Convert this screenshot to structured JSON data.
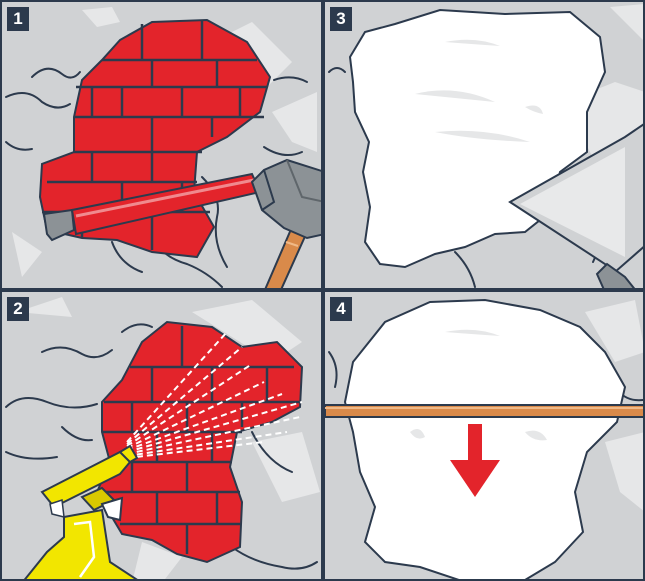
{
  "panels": [
    {
      "step": "1",
      "action": "hammer-chisel"
    },
    {
      "step": "2",
      "action": "spray-water"
    },
    {
      "step": "3",
      "action": "scraper"
    },
    {
      "step": "4",
      "action": "level-board"
    }
  ],
  "colors": {
    "frame": "#2c3a4d",
    "wall": "#d0d2d4",
    "wall_light": "#e6e7e8",
    "brick": "#e3242b",
    "mortar": "#b8babc",
    "plaster": "#ffffff",
    "wood": "#d98a4a",
    "steel": "#8c9296",
    "spray_bottle": "#f2e600",
    "arrow": "#e3242b",
    "crack": "#2c3a4d"
  },
  "icons": [
    "hammer-icon",
    "chisel-icon",
    "spray-bottle-icon",
    "scraper-icon",
    "level-board-icon",
    "down-arrow-icon"
  ]
}
